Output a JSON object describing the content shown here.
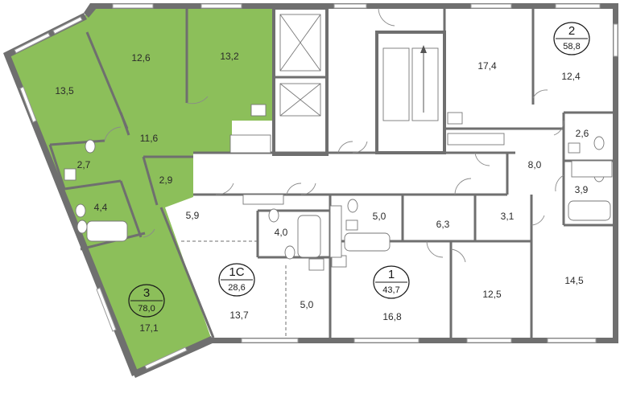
{
  "colors": {
    "highlight_fill": "#8cbf5a",
    "wall": "#6f6f6f",
    "background": "#ffffff"
  },
  "apartments": [
    {
      "id": "3",
      "number": "3",
      "total_area": "78,0"
    },
    {
      "id": "1c",
      "number": "1С",
      "total_area": "28,6"
    },
    {
      "id": "1",
      "number": "1",
      "total_area": "43,7"
    },
    {
      "id": "2",
      "number": "2",
      "total_area": "58,8"
    }
  ],
  "rooms": {
    "apt3_room_a": "13,5",
    "apt3_room_b": "12,6",
    "apt3_room_c": "13,2",
    "apt3_hall": "11,6",
    "apt3_bath_a": "2,7",
    "apt3_closet": "2,9",
    "apt3_bath_b": "4,4",
    "apt3_kitchen": "17,1",
    "apt1c_hall": "5,9",
    "apt1c_bath": "4,0",
    "apt1c_living": "13,7",
    "apt1c_kitchen": "5,0",
    "apt1_bath": "5,0",
    "apt1_hall": "6,3",
    "apt1_closet": "3,1",
    "apt1_living": "16,8",
    "apt1_kitchen": "12,5",
    "apt2_living": "17,4",
    "apt2_kitchen": "12,4",
    "apt2_bath_a": "2,6",
    "apt2_hall": "8,0",
    "apt2_bath_b": "3,9",
    "apt_right_room": "14,5"
  },
  "icons": [
    "elevator-icon",
    "stair-arrow-icon",
    "toilet-icon",
    "bathtub-icon",
    "sink-icon",
    "door-swing-icon",
    "window-icon"
  ]
}
